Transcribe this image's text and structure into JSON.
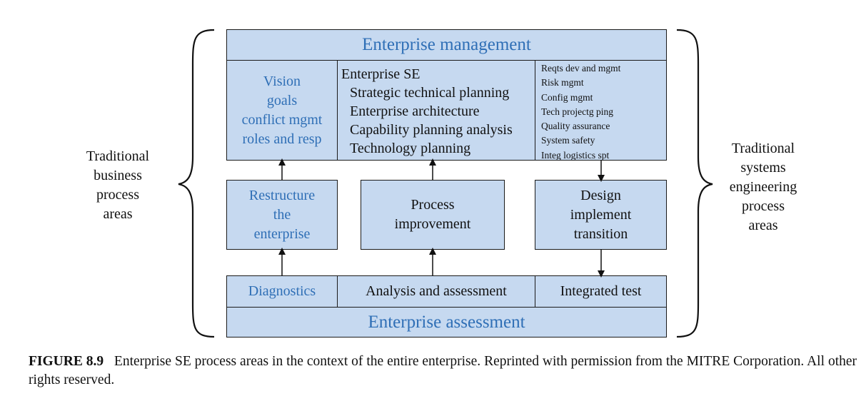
{
  "header": {
    "title": "Enterprise management"
  },
  "vision": {
    "lines": [
      "Vision",
      "goals",
      "conflict mgmt",
      "roles and resp"
    ]
  },
  "enterprise_se": {
    "title": "Enterprise SE",
    "items": [
      "Strategic technical planning",
      "Enterprise architecture",
      "Capability planning analysis",
      "Technology planning"
    ]
  },
  "systems_list": {
    "items": [
      "Reqts dev and mgmt",
      "Risk mgmt",
      "Config mgmt",
      "Tech projectg ping",
      "Quality assurance",
      "System safety",
      "Integ logistics spt"
    ]
  },
  "middle": {
    "restructure": [
      "Restructure",
      "the",
      "enterprise"
    ],
    "process": [
      "Process",
      "improvement"
    ],
    "design": [
      "Design",
      "implement",
      "transition"
    ]
  },
  "bottom": {
    "diagnostics": "Diagnostics",
    "analysis": "Analysis and assessment",
    "integrated_test": "Integrated test",
    "assessment": "Enterprise assessment"
  },
  "left_label": [
    "Traditional",
    "business",
    "process",
    "areas"
  ],
  "right_label": [
    "Traditional",
    "systems",
    "engineering",
    "process",
    "areas"
  ],
  "caption": {
    "figure": "FIGURE 8.9",
    "text": "Enterprise SE process areas in the context of the entire enterprise. Reprinted with permission from the MITRE Corporation. All other rights reserved."
  },
  "colors": {
    "box_fill": "#c6d9f0",
    "accent_blue": "#2f6fb6",
    "border": "#1a1a1a"
  }
}
